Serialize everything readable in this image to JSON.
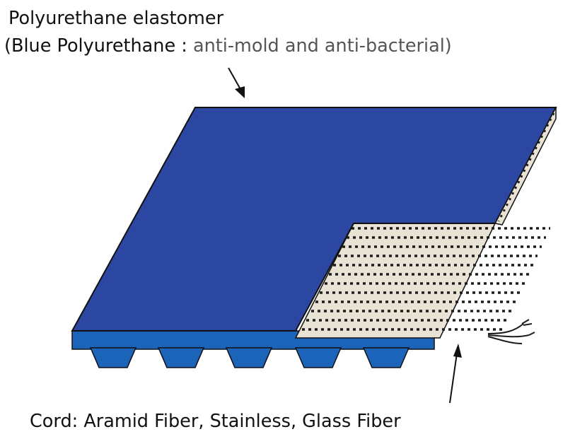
{
  "labels": {
    "elastomer_title": "Polyurethane elastomer",
    "elastomer_detail_open": "(Blue Polyurethane : ",
    "elastomer_detail_note": "anti-mold and anti-bacterial",
    "elastomer_detail_close": ")",
    "cord": "Cord: Aramid Fiber, Stainless, Glass Fiber"
  },
  "colors": {
    "belt_top": "#2b47a2",
    "teeth": "#1c63ba",
    "cord_layer": "#e8e3d5",
    "cord_stripe": "#1d1d1d",
    "outline": "#111111"
  }
}
